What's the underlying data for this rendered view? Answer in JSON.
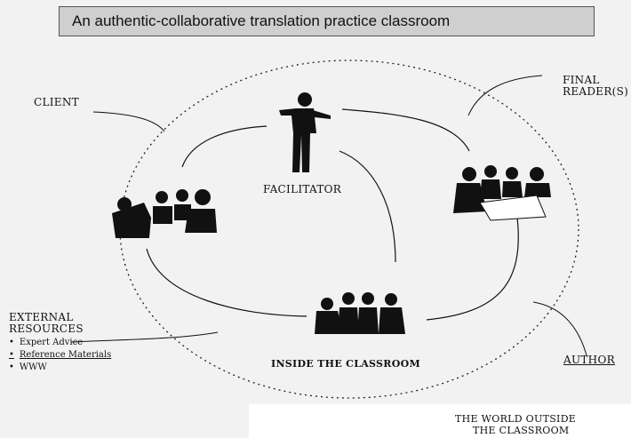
{
  "title": "An authentic-collaborative translation practice classroom",
  "labels": {
    "client": "CLIENT",
    "final_readers_line1": "FINAL",
    "final_readers_line2": "READER(S)",
    "facilitator": "FACILITATOR",
    "external_line1": "EXTERNAL",
    "external_line2": "RESOURCES",
    "inside": "INSIDE THE CLASSROOM",
    "author": "AUTHOR",
    "outside_line1": "THE WORLD OUTSIDE",
    "outside_line2": "THE CLASSROOM"
  },
  "external_resources": [
    "Expert Advice",
    "Reference Materials",
    "WWW"
  ],
  "colors": {
    "title_fill": "#cfcfcf",
    "silhouette": "#111111",
    "background": "#f2f2f2"
  }
}
